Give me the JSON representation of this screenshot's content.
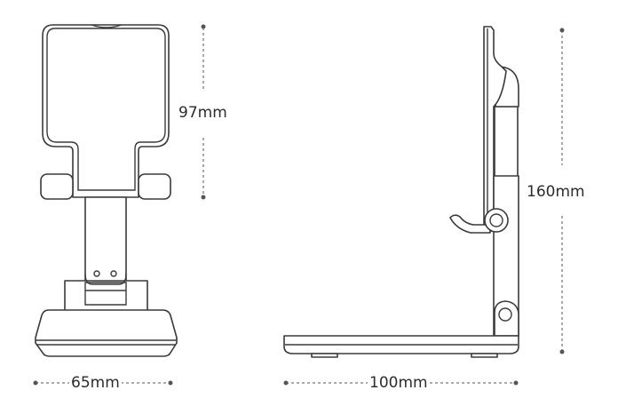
{
  "front_view": {
    "height_label": "97mm",
    "width_label": "65mm"
  },
  "side_view": {
    "height_label": "160mm",
    "depth_label": "100mm"
  },
  "colors": {
    "outline": "#3a3a3a",
    "dimension": "#555555"
  }
}
